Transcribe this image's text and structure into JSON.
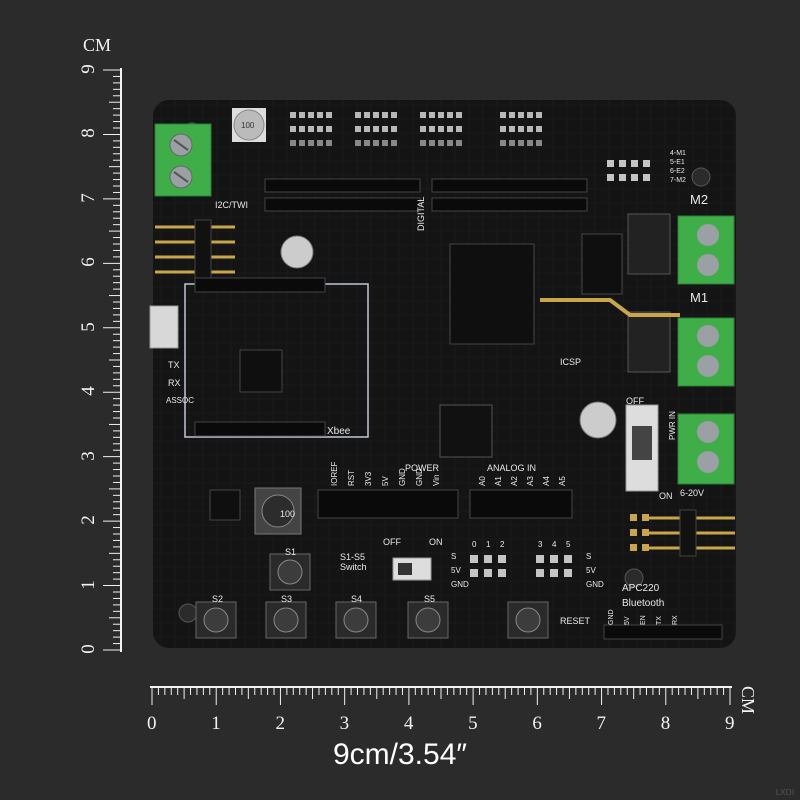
{
  "units_label": "CM",
  "vertical_ruler_numbers": [
    "9",
    "8",
    "7",
    "6",
    "5",
    "4",
    "3",
    "2",
    "1",
    "0"
  ],
  "horizontal_ruler_numbers": [
    "0",
    "1",
    "2",
    "3",
    "4",
    "5",
    "6",
    "7",
    "8",
    "9"
  ],
  "caption": "9cm/3.54″",
  "watermark": "LXOI",
  "colors": {
    "background": "#2b2b2b",
    "board": "#141414",
    "terminal_green": "#3fae49",
    "silkscreen": "#e8e8e8"
  },
  "board_labels": {
    "i2c": "I2C/TWI",
    "digital": "DIGITAL",
    "icsp": "ICSP",
    "xbee": "Xbee",
    "power": "POWER",
    "analog_in": "ANALOG IN",
    "power_pins": [
      "IOREF",
      "RST",
      "3V3",
      "5V",
      "GND",
      "GND",
      "Vin"
    ],
    "analog_pins": [
      "A0",
      "A1",
      "A2",
      "A3",
      "A4",
      "A5"
    ],
    "switch_label": "S1-S5 Switch",
    "off": "OFF",
    "on": "ON",
    "buttons": [
      "S1",
      "S2",
      "S3",
      "S4",
      "S5",
      "RESET"
    ],
    "apc": "APC220",
    "bluetooth": "Bluetooth",
    "m1": "M1",
    "m2": "M2",
    "pwr_in": "PWR IN",
    "voltage": "6-20V",
    "motor_pins": [
      "4-M1",
      "5-E1",
      "6-E2",
      "7-M2"
    ],
    "tx": "TX",
    "rx": "RX",
    "assoc": "ASSOC",
    "inductor": "100",
    "header_row1": [
      "0",
      "1",
      "2",
      "3",
      "4",
      "5"
    ],
    "sv": [
      "S",
      "5V",
      "GND"
    ],
    "pins_bottom": [
      "GND",
      "5V",
      "EN",
      "TX",
      "RX"
    ]
  }
}
